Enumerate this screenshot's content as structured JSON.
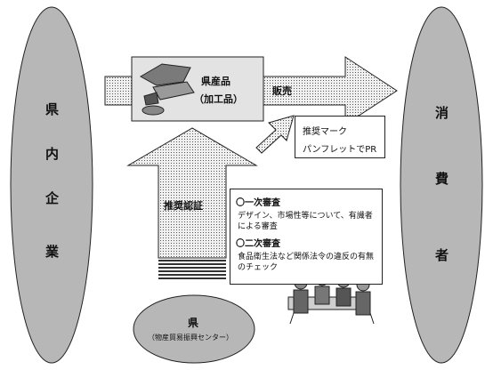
{
  "left_ellipse": {
    "chars": [
      "県",
      "内",
      "企",
      "業"
    ]
  },
  "right_ellipse": {
    "chars": [
      "消",
      "費",
      "者"
    ]
  },
  "product_box": {
    "line1": "県産品",
    "line2": "（加工品）"
  },
  "arrow_sales": {
    "label": "販売"
  },
  "arrow_recommend": {
    "label": "推奨認証"
  },
  "promo_box": {
    "line1": "推奨マーク",
    "line2": "パンフレットでPR"
  },
  "review_box": {
    "heading1": "〇一次審査",
    "body1": "デザイン、市場性等について、有識者による審査",
    "heading2": "〇二次審査",
    "body2": "食品衛生法など関係法令の違反の有無 のチェック"
  },
  "county": {
    "name": "県",
    "sub": "（物産貿易振興センター）"
  },
  "colors": {
    "ellipse": "#b7b7b7",
    "arrow": "#d3d3d3",
    "box": "#e3e3e3",
    "stroke": "#222222"
  }
}
